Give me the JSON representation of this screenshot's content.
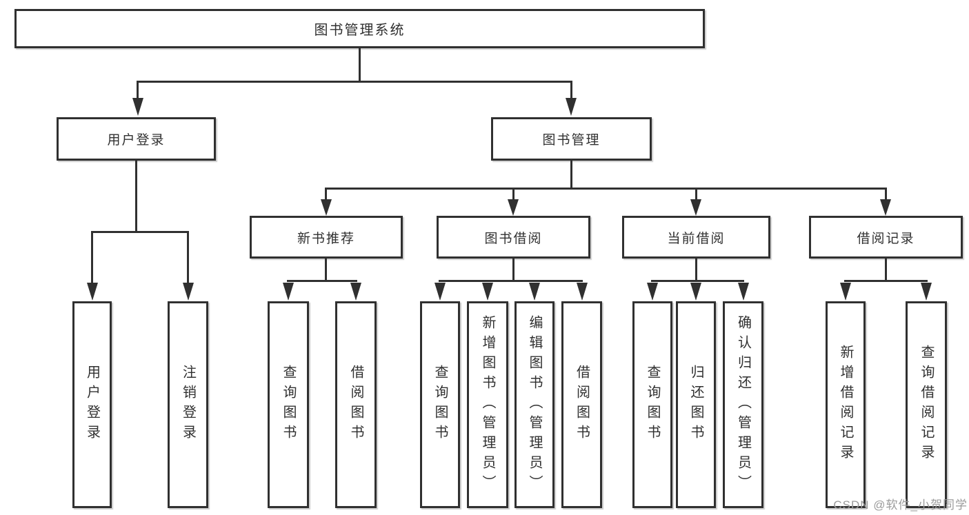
{
  "tree": {
    "root": "图书管理系统",
    "user": {
      "label": "用户登录",
      "children": [
        {
          "label": "用户登录"
        },
        {
          "label": "注销登录"
        }
      ]
    },
    "mgmt": {
      "label": "图书管理",
      "sections": [
        {
          "label": "新书推荐",
          "children": [
            {
              "label": "查询图书"
            },
            {
              "label": "借阅图书"
            }
          ]
        },
        {
          "label": "图书借阅",
          "children": [
            {
              "label": "查询图书"
            },
            {
              "label": "新增图书（管理员）"
            },
            {
              "label": "编辑图书（管理员）"
            },
            {
              "label": "借阅图书"
            }
          ]
        },
        {
          "label": "当前借阅",
          "children": [
            {
              "label": "查询图书"
            },
            {
              "label": "归还图书"
            },
            {
              "label": "确认归还（管理员）"
            }
          ]
        },
        {
          "label": "借阅记录",
          "children": [
            {
              "label": "新增借阅记录"
            },
            {
              "label": "查询借阅记录"
            }
          ]
        }
      ]
    },
    "watermark": {
      "text": "CSDN @软件_小贺同学"
    },
    "colors": {
      "line": "#303030",
      "text": "#303030",
      "watermark": "#9b9b9b",
      "background": "#ffffff"
    }
  }
}
